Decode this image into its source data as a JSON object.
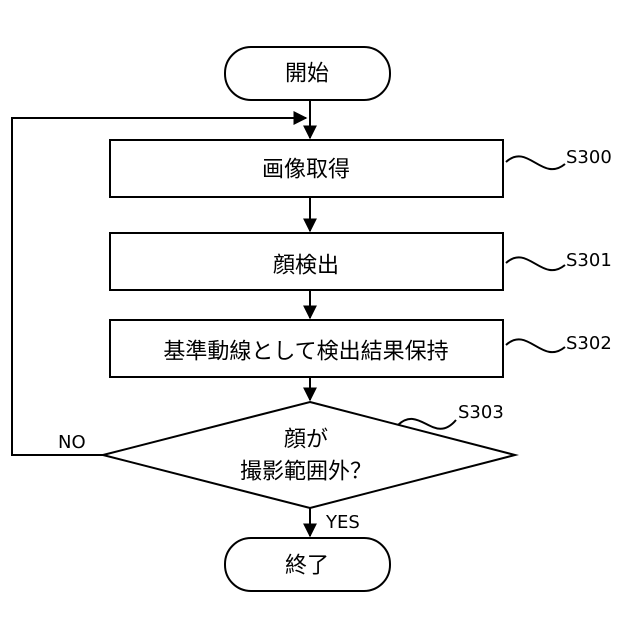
{
  "flowchart": {
    "start_label": "開始",
    "end_label": "終了",
    "steps": [
      {
        "id": "S300",
        "label": "画像取得"
      },
      {
        "id": "S301",
        "label": "顔検出"
      },
      {
        "id": "S302",
        "label": "基準動線として検出結果保持"
      }
    ],
    "decision": {
      "id": "S303",
      "line1": "顔が",
      "line2": "撮影範囲外？",
      "yes_label": "YES",
      "no_label": "NO"
    }
  }
}
